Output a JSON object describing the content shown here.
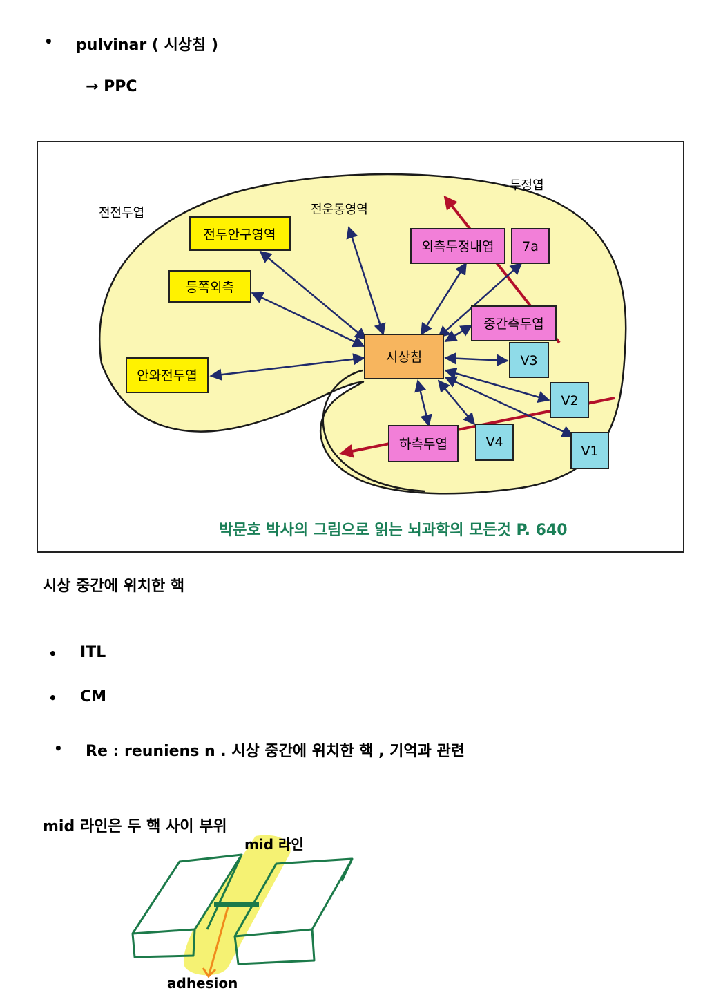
{
  "top_bullet": {
    "bullet": "•",
    "text": "pulvinar ( 시상침 )"
  },
  "arrow_line": "→ PPC",
  "figure": {
    "region_labels": {
      "prefrontal": "전전두엽",
      "premotor": "전운동영역",
      "parietal": "두정엽"
    },
    "boxes": {
      "fef": "전두안구영역",
      "dorsolateral": "등쪽외측",
      "orbitofrontal": "안와전두엽",
      "pulvinar": "시상침",
      "lateral_parietal": "외측두정내엽",
      "area7a": "7a",
      "middle_temporal": "중간측두엽",
      "v3": "V3",
      "v2": "V2",
      "v1": "V1",
      "v4": "V4",
      "inferior_temporal": "하측두엽"
    },
    "colors": {
      "brain_fill": "#fbf7b4",
      "yellow_box": "#fff200",
      "pink_box": "#f27fd8",
      "cyan_box": "#8fdbe8",
      "center_box": "#f7b55e",
      "arrow": "#1f2a6b",
      "red_arrow": "#b3102a",
      "caption": "#1a7f57"
    },
    "caption": "박문호 박사의 그림으로 읽는 뇌과학의 모든것 P. 640"
  },
  "section_heading": "시상 중간에 위치한 핵",
  "bullets": [
    {
      "bullet": "•",
      "text": "ITL"
    },
    {
      "bullet": "•",
      "text": "CM"
    },
    {
      "bullet": "•",
      "text": "Re : reuniens n . 시상 중간에 위치한 핵 , 기억과 관련"
    }
  ],
  "midline_heading": "mid 라인은 두 핵 사이 부위",
  "sketch": {
    "label_top": "mid 라인",
    "label_bottom": "adhesion",
    "colors": {
      "outline": "#1c7a4a",
      "highlight": "#f3f05a",
      "arrow": "#f08a1c"
    }
  }
}
